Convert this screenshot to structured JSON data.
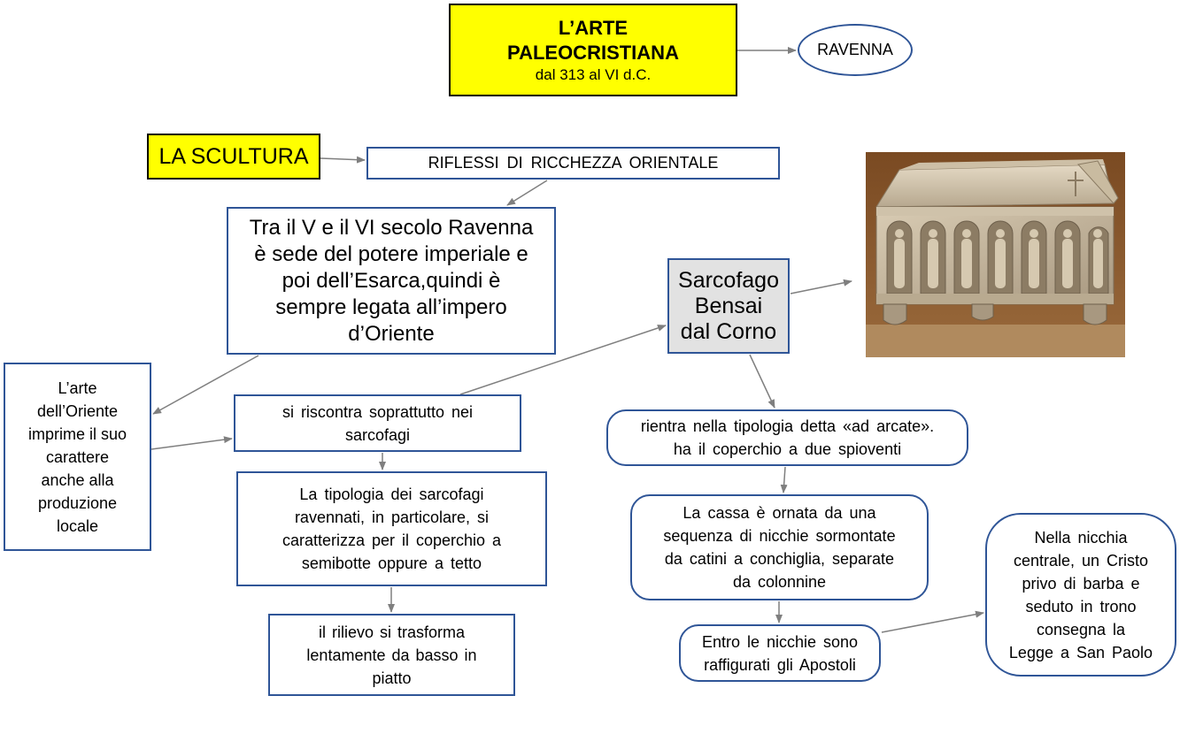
{
  "title": {
    "line1": "L’ARTE",
    "line2": "PALEOCRISTIANA",
    "subtitle": "dal 313 al VI d.C."
  },
  "nodes": {
    "ravenna": "RAVENNA",
    "scultura": "LA SCULTURA",
    "riflessi": "RIFLESSI DI RICCHEZZA ORIENTALE",
    "tra": "Tra il V e il VI secolo Ravenna\nè sede del potere imperiale e\npoi dell’Esarca,quindi è\nsempre legata all’impero\nd’Oriente",
    "sarcofago": "Sarcofago\nBensai\ndal Corno",
    "arte_oriente": "L’arte\ndell’Oriente\nimprime il suo\ncarattere\nanche alla\nproduzione\nlocale",
    "riscontra": "si riscontra soprattutto nei\nsarcofagi",
    "tipologia": "La tipologia dei sarcofagi\nravennati, in particolare, si\ncaratterizza per il coperchio a\nsemibotte oppure a tetto",
    "rilievo": "il rilievo si trasforma\nlentamente da basso in\npiatto",
    "rientra": "rientra nella tipologia detta «ad arcate».\nha il coperchio a due spioventi",
    "cassa": "La cassa è ornata da una\nsequenza di nicchie sormontate\nda catini a conchiglia, separate\nda colonnine",
    "entro": "Entro le nicchie sono\nraffigurati gli Apostoli",
    "nicchia": "Nella nicchia\ncentrale, un Cristo\nprivo di barba e\nseduto in trono\nconsegna la\nLegge a San Paolo"
  },
  "colors": {
    "highlight": "#ffff00",
    "border_blue": "#2f5597",
    "sarcofago_fill": "#e2e2e2",
    "arrow": "#7f7f7f"
  }
}
